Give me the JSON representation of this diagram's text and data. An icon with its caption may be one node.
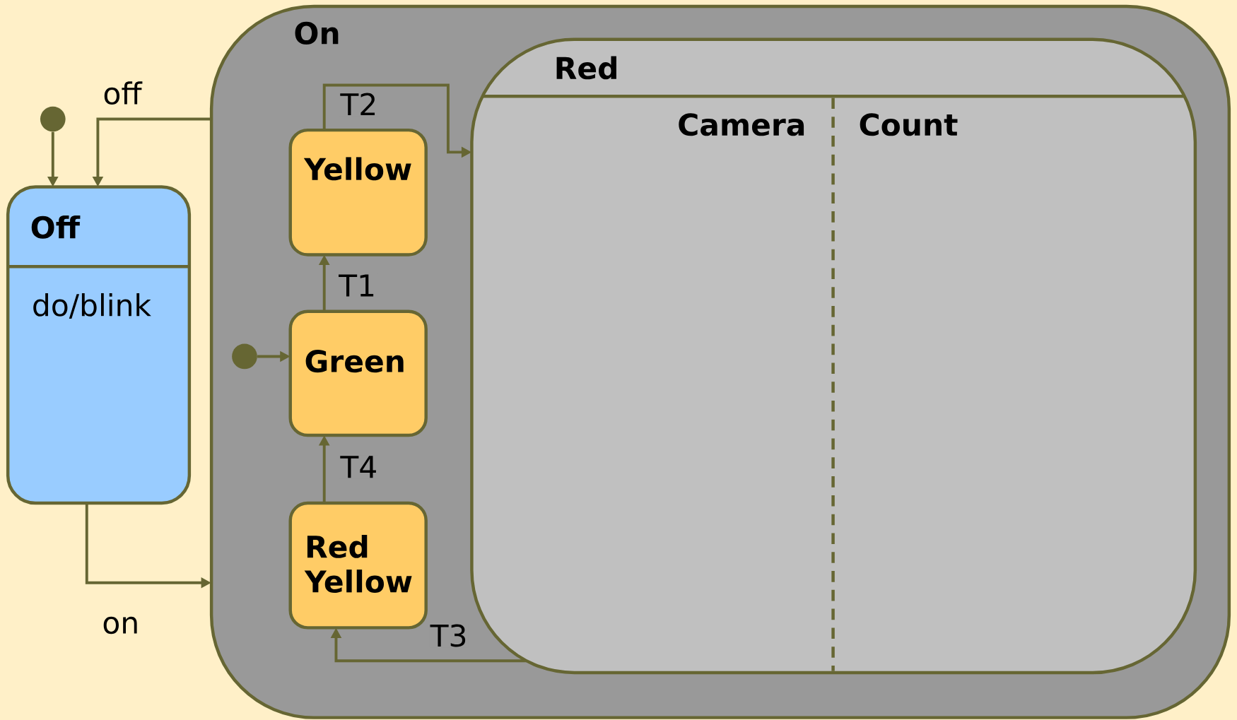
{
  "diagram": {
    "nodes": [
      {
        "text": [
          "On"
        ]
      },
      {
        "text": [
          "Off",
          "do/blink"
        ]
      },
      {
        "text": [],
        "shape": "circle"
      },
      {
        "text": [
          "Yellow"
        ],
        "in": 0
      },
      {
        "text": [
          "Green"
        ],
        "in": 0
      },
      {
        "text": [
          "Red Yellow"
        ],
        "in": 0
      },
      {
        "text": [],
        "shape": "circle",
        "in": 0
      },
      {
        "text": [
          "Red"
        ],
        "in": 0
      },
      {
        "text": [
          "Camera"
        ],
        "in": 7
      },
      {
        "text": [
          "Count"
        ],
        "in": 7
      }
    ],
    "edges": [
      {
        "from": 2,
        "to": 1,
        "arrow": "to"
      },
      {
        "from": 0,
        "to": 1,
        "arrow": "to",
        "label": "off"
      },
      {
        "from": 1,
        "to": 0,
        "arrow": "to",
        "label": "on"
      },
      {
        "from": 6,
        "to": 4,
        "arrow": "to"
      },
      {
        "from": 4,
        "to": 3,
        "arrow": "to",
        "label": "T1"
      },
      {
        "from": 5,
        "to": 4,
        "arrow": "to",
        "label": "T4"
      },
      {
        "from": 3,
        "to": 7,
        "arrow": "to",
        "label": "T2"
      },
      {
        "from": 7,
        "to": 5,
        "arrow": "to",
        "label": "T3"
      }
    ]
  }
}
